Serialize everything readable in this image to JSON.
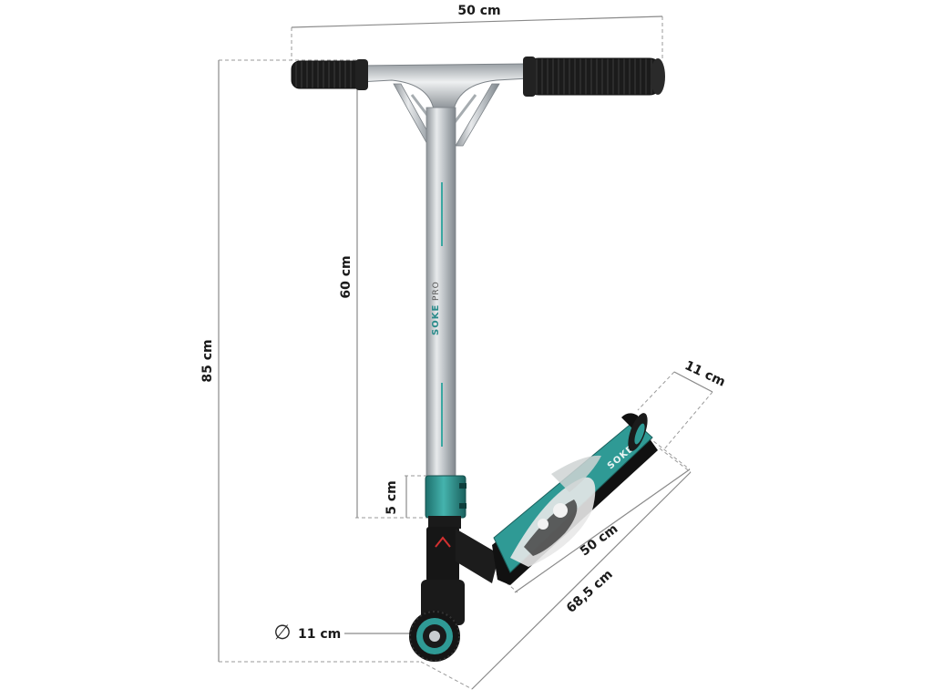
{
  "dimensions": {
    "handlebar_width": "50 cm",
    "total_height": "85 cm",
    "bar_height": "60 cm",
    "clamp_height": "5 cm",
    "deck_width": "11 cm",
    "deck_length": "50 cm",
    "total_length": "68,5 cm",
    "wheel_diameter": "11 cm"
  },
  "symbols": {
    "diameter": "∅"
  },
  "branding": {
    "bar_text": "SOKE",
    "bar_text_2": "PRO",
    "deck_text": "SOKE"
  },
  "colors": {
    "accent": "#2f9a95",
    "grip": "#1c1c1c",
    "chrome": "#c9cdd0"
  }
}
